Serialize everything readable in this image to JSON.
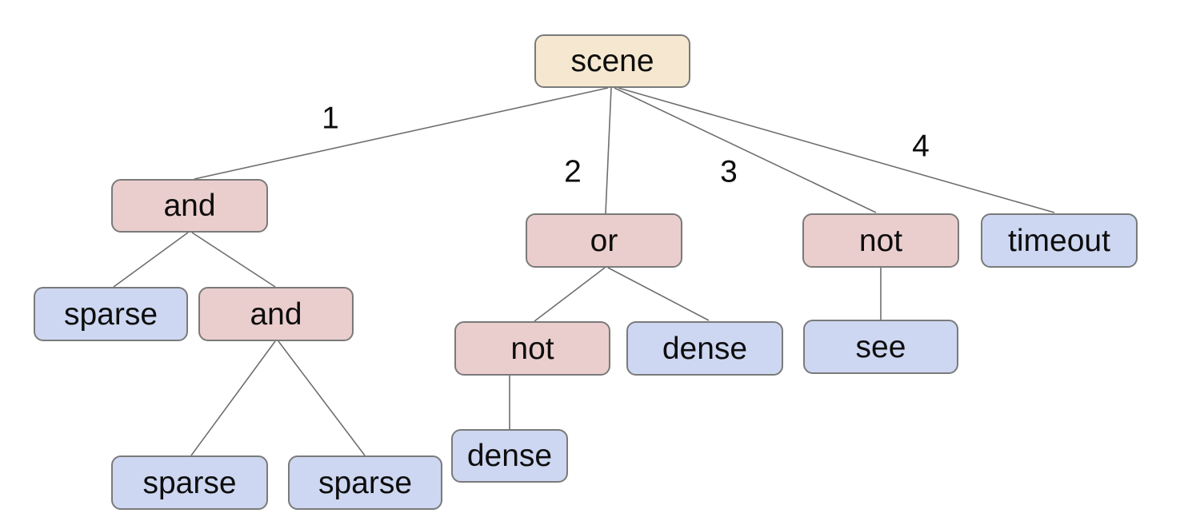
{
  "diagram": {
    "type": "tree",
    "nodes": [
      {
        "id": "scene",
        "label": "scene",
        "role": "root"
      },
      {
        "id": "and1",
        "label": "and",
        "role": "operator"
      },
      {
        "id": "or1",
        "label": "or",
        "role": "operator"
      },
      {
        "id": "not1",
        "label": "not",
        "role": "operator"
      },
      {
        "id": "timeout",
        "label": "timeout",
        "role": "leaf"
      },
      {
        "id": "sparse1",
        "label": "sparse",
        "role": "leaf"
      },
      {
        "id": "and2",
        "label": "and",
        "role": "operator"
      },
      {
        "id": "not2",
        "label": "not",
        "role": "operator"
      },
      {
        "id": "dense1",
        "label": "dense",
        "role": "leaf"
      },
      {
        "id": "see",
        "label": "see",
        "role": "leaf"
      },
      {
        "id": "dense2",
        "label": "dense",
        "role": "leaf"
      },
      {
        "id": "sparse2",
        "label": "sparse",
        "role": "leaf"
      },
      {
        "id": "sparse3",
        "label": "sparse",
        "role": "leaf"
      }
    ],
    "edges": [
      {
        "from": "scene",
        "to": "and1",
        "label": "1"
      },
      {
        "from": "scene",
        "to": "or1",
        "label": "2"
      },
      {
        "from": "scene",
        "to": "not1",
        "label": "3"
      },
      {
        "from": "scene",
        "to": "timeout",
        "label": "4"
      },
      {
        "from": "and1",
        "to": "sparse1",
        "label": ""
      },
      {
        "from": "and1",
        "to": "and2",
        "label": ""
      },
      {
        "from": "and2",
        "to": "sparse2",
        "label": ""
      },
      {
        "from": "and2",
        "to": "sparse3",
        "label": ""
      },
      {
        "from": "or1",
        "to": "not2",
        "label": ""
      },
      {
        "from": "or1",
        "to": "dense1",
        "label": ""
      },
      {
        "from": "not2",
        "to": "dense2",
        "label": ""
      },
      {
        "from": "not1",
        "to": "see",
        "label": ""
      }
    ],
    "colors": {
      "root_fill": "#f6e8d0",
      "operator_fill": "#eacecd",
      "leaf_fill": "#cdd7f1",
      "border": "#7a7a7a",
      "edge": "#6e6e6e",
      "text": "#0d0d0d",
      "background": "#ffffff"
    }
  }
}
